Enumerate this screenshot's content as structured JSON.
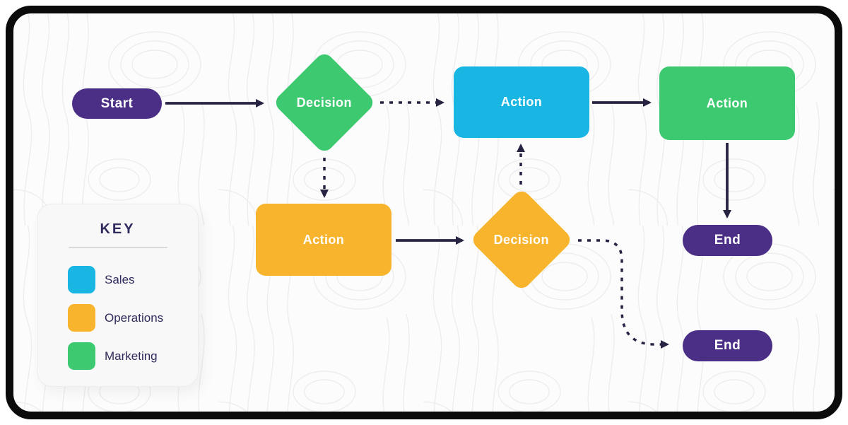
{
  "diagram": {
    "nodes": {
      "start": {
        "label": "Start",
        "shape": "terminator"
      },
      "decision_marketing": {
        "label": "Decision",
        "shape": "diamond",
        "team": "Marketing"
      },
      "action_sales": {
        "label": "Action",
        "shape": "process",
        "team": "Sales"
      },
      "action_marketing": {
        "label": "Action",
        "shape": "process",
        "team": "Marketing"
      },
      "end_top": {
        "label": "End",
        "shape": "terminator"
      },
      "action_operations": {
        "label": "Action",
        "shape": "process",
        "team": "Operations"
      },
      "decision_operations": {
        "label": "Decision",
        "shape": "diamond",
        "team": "Operations"
      },
      "end_bottom": {
        "label": "End",
        "shape": "terminator"
      }
    },
    "edges": [
      {
        "from": "start",
        "to": "decision_marketing",
        "style": "solid"
      },
      {
        "from": "decision_marketing",
        "to": "action_sales",
        "style": "dashed"
      },
      {
        "from": "decision_marketing",
        "to": "action_operations",
        "style": "dashed"
      },
      {
        "from": "action_sales",
        "to": "action_marketing",
        "style": "solid"
      },
      {
        "from": "action_marketing",
        "to": "end_top",
        "style": "solid"
      },
      {
        "from": "action_operations",
        "to": "decision_operations",
        "style": "solid"
      },
      {
        "from": "decision_operations",
        "to": "action_sales",
        "style": "dashed"
      },
      {
        "from": "decision_operations",
        "to": "end_bottom",
        "style": "dashed"
      }
    ]
  },
  "key": {
    "title": "KEY",
    "items": [
      {
        "label": "Sales",
        "color": "#1ab6e3"
      },
      {
        "label": "Operations",
        "color": "#f7b42c"
      },
      {
        "label": "Marketing",
        "color": "#3cc970"
      }
    ]
  },
  "colors": {
    "terminator_purple": "#4b2e85",
    "connector_navy": "#272343",
    "frame_black": "#0b0b0c",
    "canvas_background": "#fcfcfc"
  }
}
